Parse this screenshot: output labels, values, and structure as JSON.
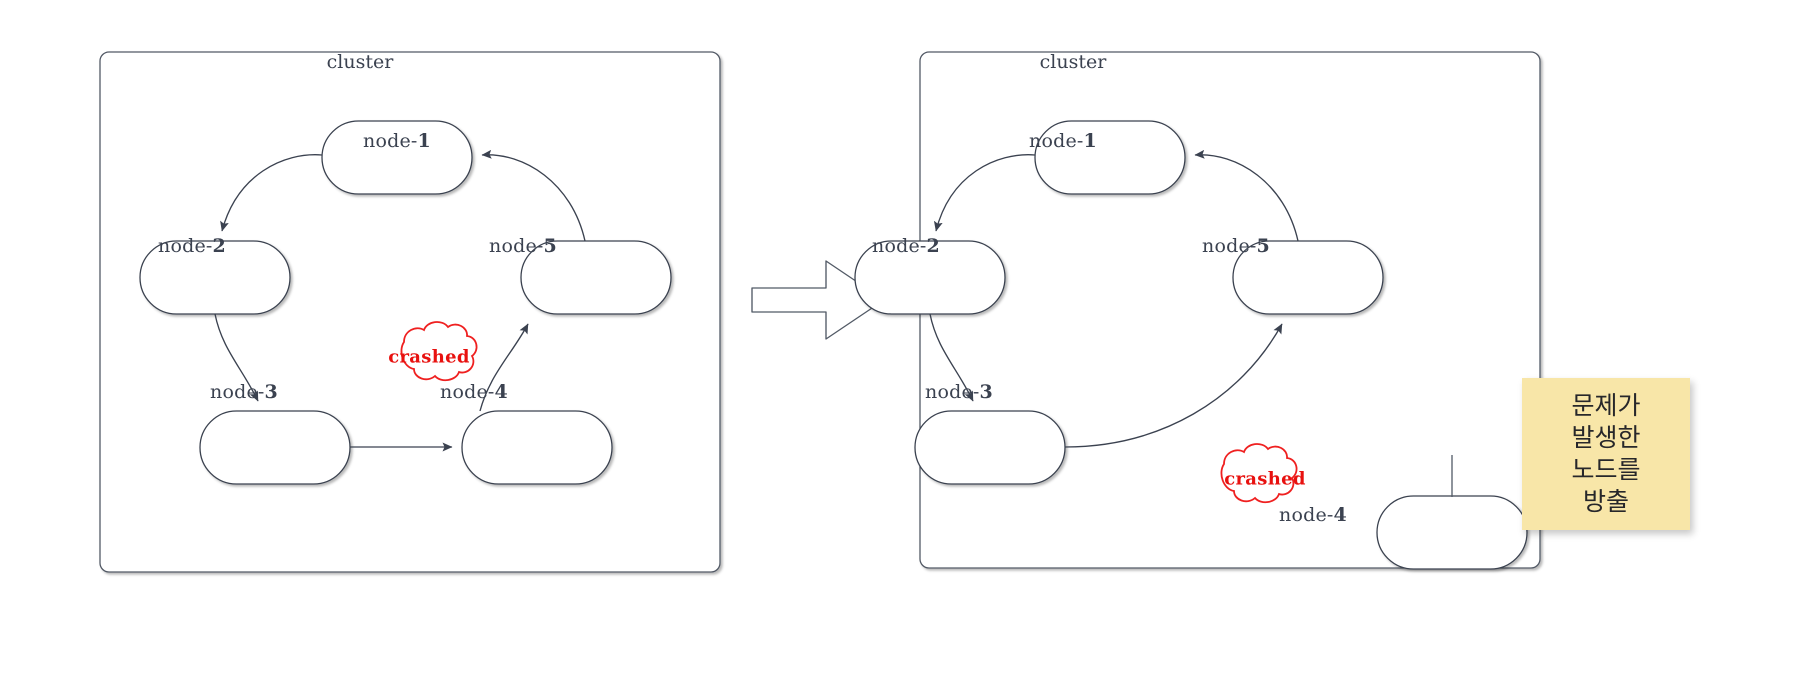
{
  "diagram": {
    "type": "cluster-failover-illustration",
    "colors": {
      "stroke": "#525a66",
      "node_stroke": "#3b4250",
      "text": "#3b4250",
      "crashed": "#e8110f",
      "sticky_bg": "#f8e6a8",
      "sticky_text": "#27272a",
      "background": "#ffffff"
    },
    "panels": [
      {
        "id": "before",
        "cluster_title": "cluster",
        "nodes": [
          {
            "id": "n1",
            "label_prefix": "node-",
            "label_num": "1"
          },
          {
            "id": "n2",
            "label_prefix": "node-",
            "label_num": "2"
          },
          {
            "id": "n3",
            "label_prefix": "node-",
            "label_num": "3"
          },
          {
            "id": "n4",
            "label_prefix": "node-",
            "label_num": "4"
          },
          {
            "id": "n5",
            "label_prefix": "node-",
            "label_num": "5"
          }
        ],
        "edges": [
          {
            "from": "n1",
            "to": "n2"
          },
          {
            "from": "n2",
            "to": "n3"
          },
          {
            "from": "n3",
            "to": "n4"
          },
          {
            "from": "n4",
            "to": "n5"
          },
          {
            "from": "n5",
            "to": "n1"
          }
        ],
        "badges": [
          {
            "id": "crashed-left",
            "text": "crashed",
            "attached_to": "n4"
          }
        ]
      },
      {
        "id": "after",
        "cluster_title": "cluster",
        "nodes": [
          {
            "id": "n1",
            "label_prefix": "node-",
            "label_num": "1"
          },
          {
            "id": "n2",
            "label_prefix": "node-",
            "label_num": "2"
          },
          {
            "id": "n3",
            "label_prefix": "node-",
            "label_num": "3"
          },
          {
            "id": "n4",
            "label_prefix": "node-",
            "label_num": "4",
            "evicted": true
          },
          {
            "id": "n5",
            "label_prefix": "node-",
            "label_num": "5"
          }
        ],
        "edges": [
          {
            "from": "n1",
            "to": "n2"
          },
          {
            "from": "n2",
            "to": "n3"
          },
          {
            "from": "n3",
            "to": "n5"
          },
          {
            "from": "n5",
            "to": "n1"
          }
        ],
        "badges": [
          {
            "id": "crashed-right",
            "text": "crashed",
            "attached_to": "n4"
          }
        ]
      }
    ],
    "transition_arrow": {
      "name": "right-arrow",
      "direction": "right"
    },
    "sticky_note": {
      "lines": [
        "문제가",
        "발생한",
        "노드를",
        "방출"
      ]
    }
  }
}
